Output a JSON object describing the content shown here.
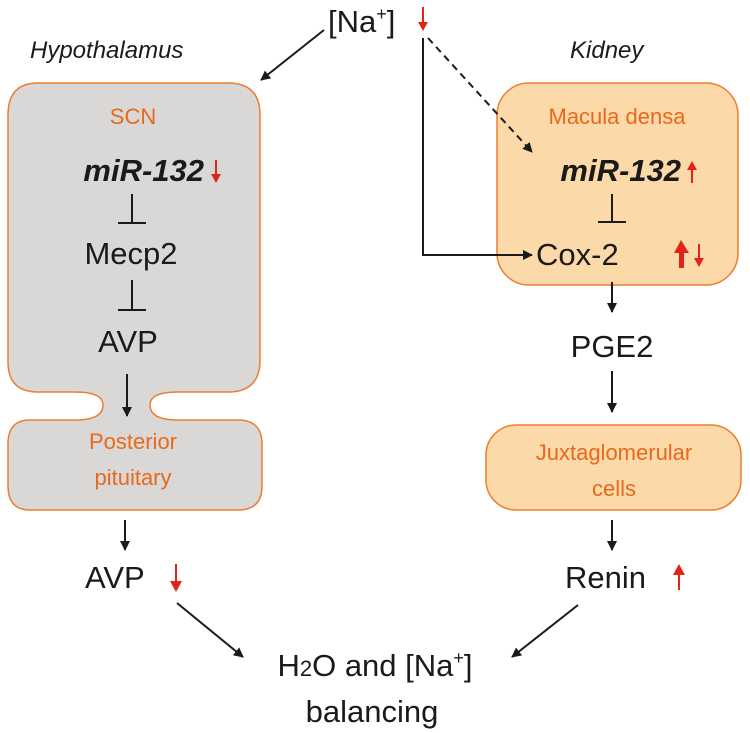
{
  "colors": {
    "box_gray": "#d9d8d6",
    "box_orange": "#fbd9a8",
    "box_border": "#ee7d31",
    "text_orange": "#e8691e",
    "arrow_red": "#e2231a",
    "text": "#1a1a1a"
  },
  "top": {
    "na": "[Na",
    "plus": "+",
    "close": "]"
  },
  "left": {
    "region": "Hypothalamus",
    "box_title": "SCN",
    "mir": "miR-132",
    "mecp2": "Mecp2",
    "avp": "AVP",
    "pituitary_line1": "Posterior",
    "pituitary_line2": "pituitary",
    "avp_out": "AVP"
  },
  "right": {
    "region": "Kidney",
    "box_title": "Macula densa",
    "mir": "miR-132",
    "cox2": "Cox-2",
    "pge2": "PGE2",
    "jg_line1": "Juxtaglomerular",
    "jg_line2": "cells",
    "renin": "Renin"
  },
  "bottom": {
    "h": "H",
    "sub2": "2",
    "rest": "O and [Na",
    "plus": "+",
    "close": "]",
    "line2": "balancing"
  }
}
